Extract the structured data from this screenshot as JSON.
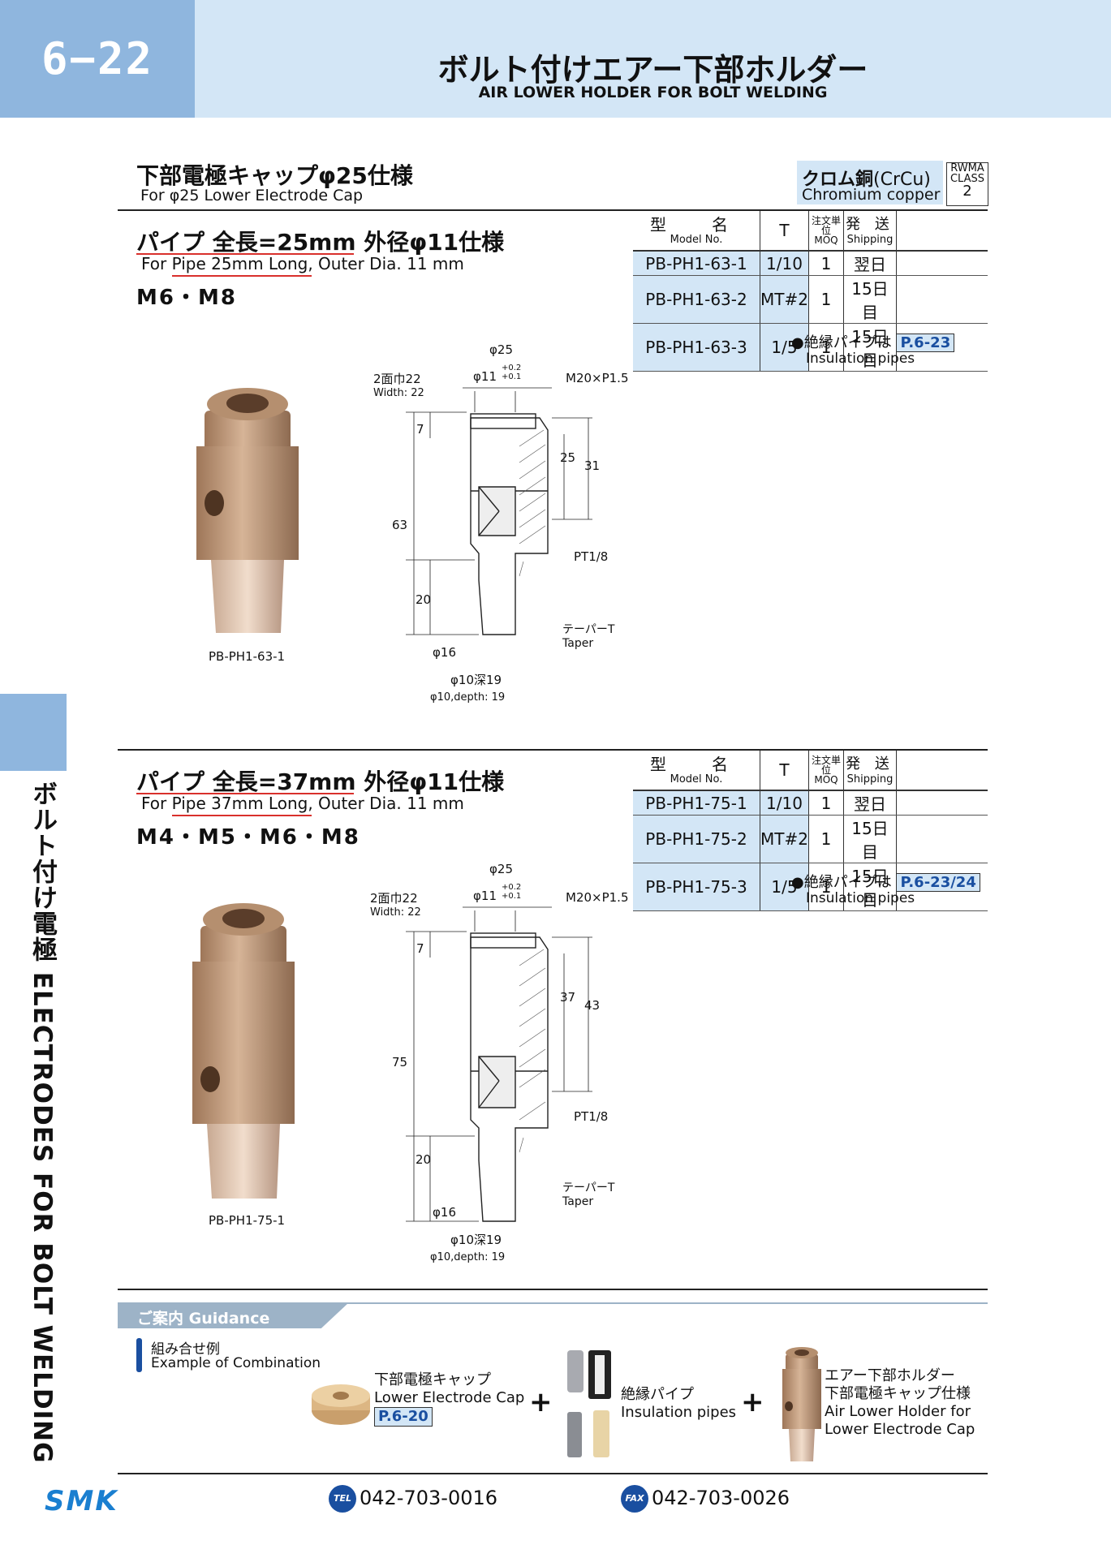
{
  "header": {
    "page_no": "6−22",
    "title": "ボルト付けエアー下部ホルダー",
    "subtitle": "AIR LOWER HOLDER FOR BOLT WELDING"
  },
  "side": {
    "label": "ボルト付け電極 ELECTRODES FOR BOLT WELDING"
  },
  "section": {
    "title": "下部電極キャップφ25仕様",
    "subtitle": "For φ25 Lower Electrode Cap",
    "material_jp": "クロム銅",
    "material_code": "(CrCu)",
    "material_en": "Chromium copper",
    "rwma_label": "RWMA CLASS",
    "rwma_class": "2"
  },
  "table_header": {
    "model_jp": "型　名",
    "model_en": "Model No.",
    "t": "T",
    "moq_jp": "注文単位",
    "moq_en": "MOQ",
    "ship_jp": "発 送",
    "ship_en": "Shipping"
  },
  "products": [
    {
      "title": "パイプ 全長=25mm 外径φ11仕様",
      "subtitle": "For Pipe 25mm Long, Outer Dia. 11 mm",
      "threads": "M6・M8",
      "photo_caption": "PB-PH1-63-1",
      "rows": [
        {
          "model": "PB-PH1-63-1",
          "t": "1/10",
          "moq": "1",
          "ship": "翌日"
        },
        {
          "model": "PB-PH1-63-2",
          "t": "MT#2",
          "moq": "1",
          "ship": "15日目"
        },
        {
          "model": "PB-PH1-63-3",
          "t": "1/5",
          "moq": "1",
          "ship": "15日目"
        }
      ],
      "note_jp": "●絶縁パイプは",
      "note_ref": "P.6-23",
      "note_en": "Insulation pipes",
      "dims": {
        "d25": "φ25",
        "d11": "φ11",
        "tol_up": "+0.2",
        "tol_lo": "+0.1",
        "width_jp": "2面巾22",
        "width_en": "Width: 22",
        "thread": "M20×P1.5",
        "h7": "7",
        "h25": "25",
        "h31": "31",
        "h63": "63",
        "h20": "20",
        "pt": "PT1/8",
        "taper_jp": "テーパーT",
        "taper_en": "Taper",
        "d16": "φ16",
        "bore_jp": "φ10深19",
        "bore_en": "φ10,depth: 19"
      }
    },
    {
      "title": "パイプ 全長=37mm 外径φ11仕様",
      "subtitle": "For Pipe 37mm Long, Outer Dia. 11 mm",
      "threads": "M4・M5・M6・M8",
      "photo_caption": "PB-PH1-75-1",
      "rows": [
        {
          "model": "PB-PH1-75-1",
          "t": "1/10",
          "moq": "1",
          "ship": "翌日"
        },
        {
          "model": "PB-PH1-75-2",
          "t": "MT#2",
          "moq": "1",
          "ship": "15日目"
        },
        {
          "model": "PB-PH1-75-3",
          "t": "1/5",
          "moq": "1",
          "ship": "15日目"
        }
      ],
      "note_jp": "●絶縁パイプは",
      "note_ref": "P.6-23/24",
      "note_en": "Insulation pipes",
      "dims": {
        "d25": "φ25",
        "d11": "φ11",
        "tol_up": "+0.2",
        "tol_lo": "+0.1",
        "width_jp": "2面巾22",
        "width_en": "Width: 22",
        "thread": "M20×P1.5",
        "h7": "7",
        "h25": "37",
        "h31": "43",
        "h63": "75",
        "h20": "20",
        "pt": "PT1/8",
        "taper_jp": "テーパーT",
        "taper_en": "Taper",
        "d16": "φ16",
        "bore_jp": "φ10深19",
        "bore_en": "φ10,depth: 19"
      }
    }
  ],
  "guidance": {
    "tab": "ご案内 Guidance",
    "combo_jp": "組み合せ例",
    "combo_en": "Example of Combination",
    "item1_jp": "下部電極キャップ",
    "item1_en": "Lower Electrode Cap",
    "item1_ref": "P.6-20",
    "item2_jp": "絶縁パイプ",
    "item2_en": "Insulation pipes",
    "item3_jp1": "エアー下部ホルダー",
    "item3_jp2": "下部電極キャップ仕様",
    "item3_en1": "Air Lower Holder for",
    "item3_en2": "Lower Electrode Cap",
    "plus": "+"
  },
  "footer": {
    "logo": "SMK",
    "tel_icon": "TEL",
    "tel": "042-703-0016",
    "fax_icon": "FAX",
    "fax": "042-703-0026"
  },
  "colors": {
    "accent": "#8fb6de",
    "light": "#d3e6f6",
    "link": "#1a4fa0",
    "copper": "#c49a72"
  }
}
